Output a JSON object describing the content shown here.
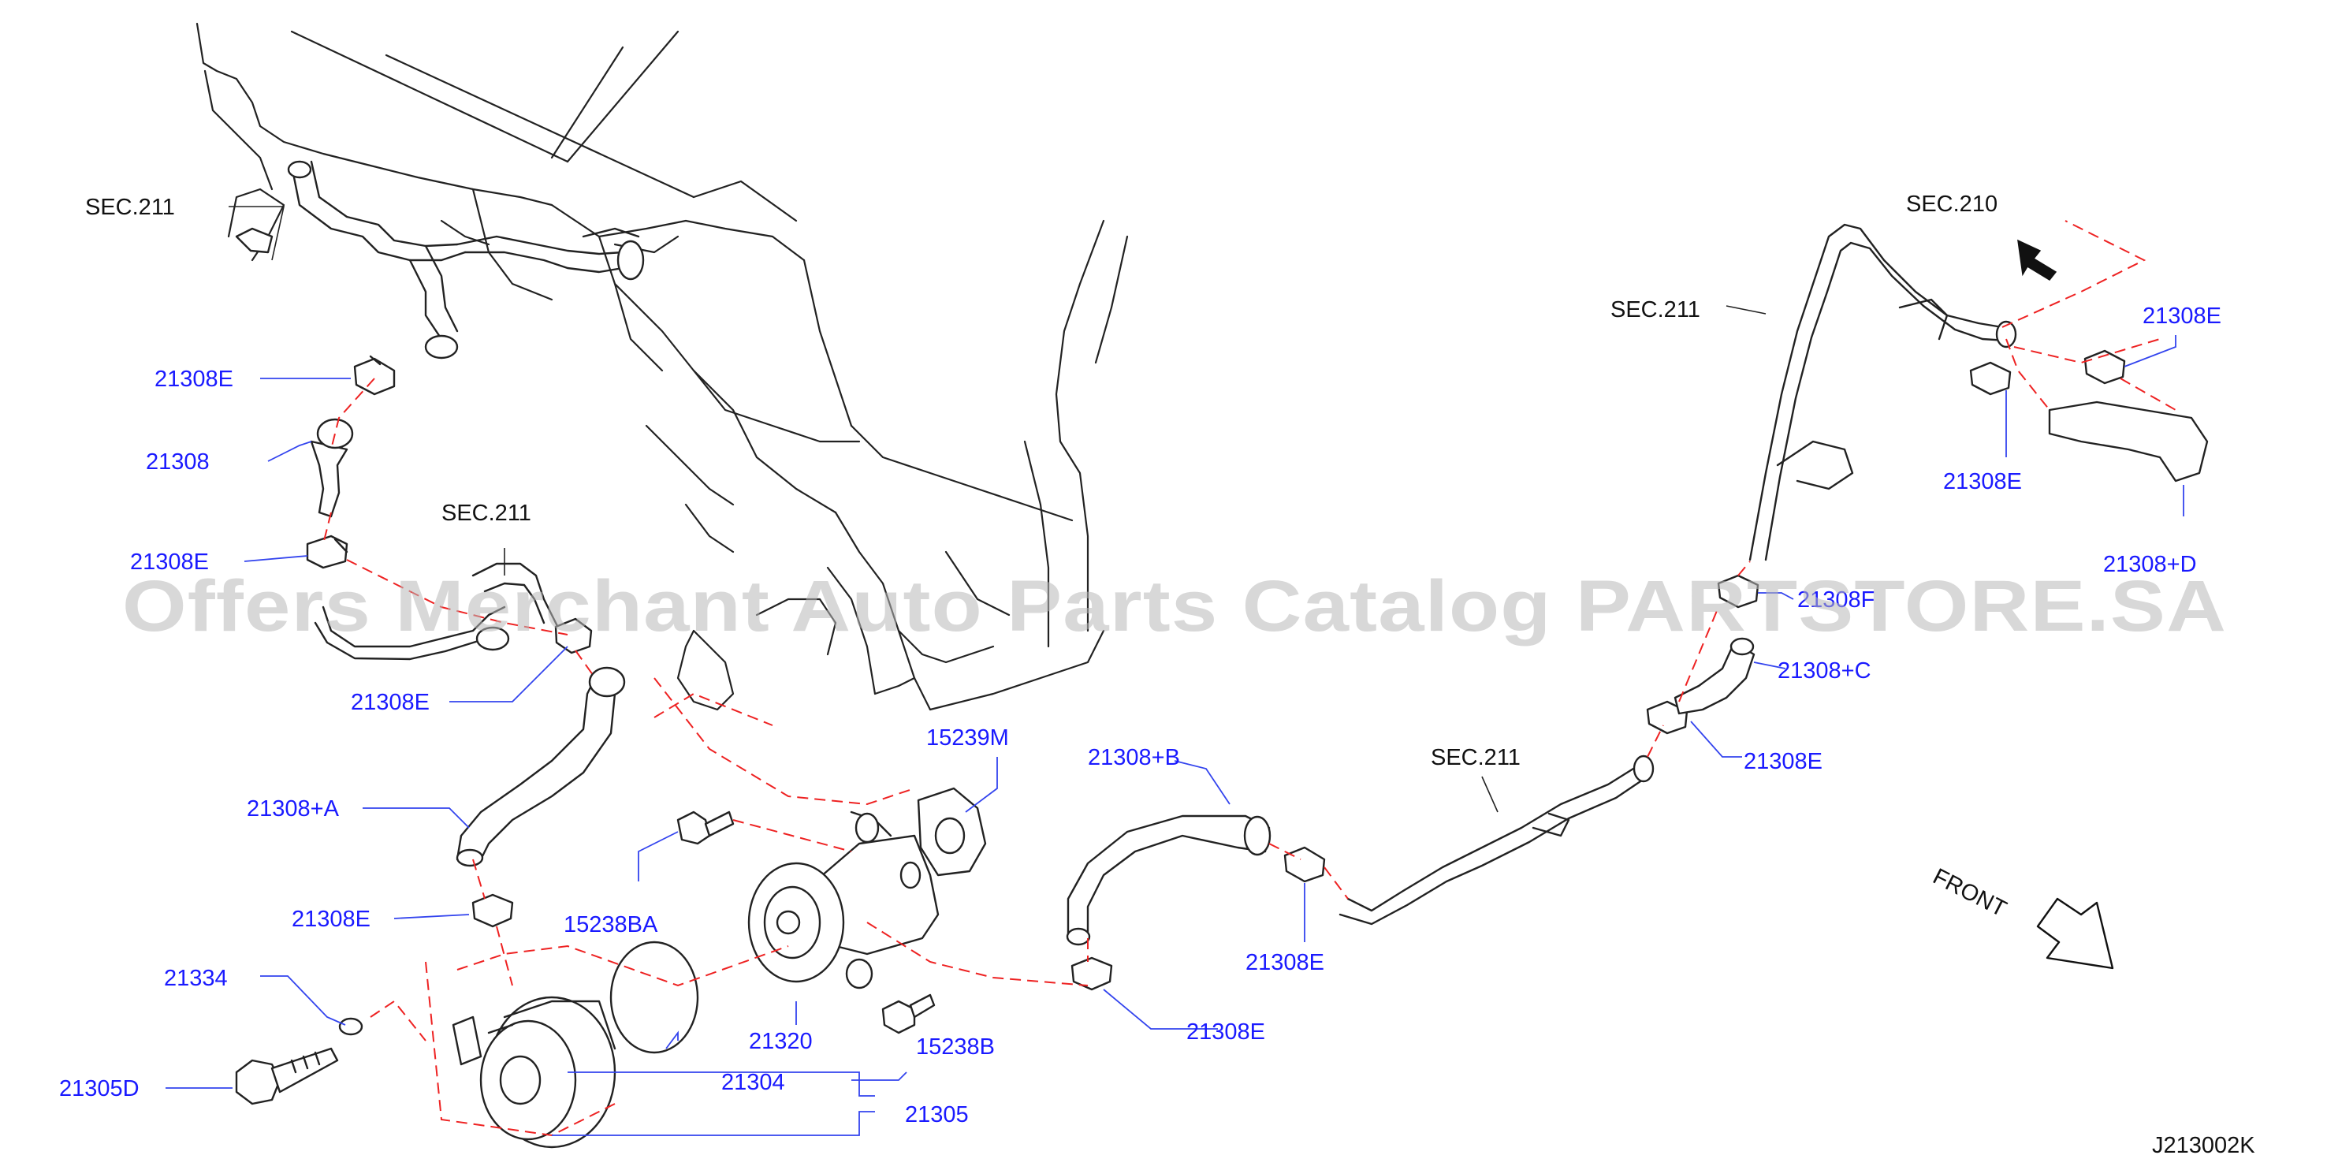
{
  "diagram": {
    "reference_code": "J213002K",
    "front_label": "FRONT",
    "watermark": "Offers Merchant Auto Parts Catalog PARTSTORE.SA",
    "labels": {
      "sec211_topleft": "SEC.211",
      "p21308e_1": "21308E",
      "p21308": "21308",
      "sec211_mid": "SEC.211",
      "p21308e_2": "21308E",
      "p21308e_3": "21308E",
      "p21308a": "21308+A",
      "p21308e_4": "21308E",
      "p21334": "21334",
      "p21305d": "21305D",
      "p15238ba": "15238BA",
      "p15239m": "15239M",
      "p21320": "21320",
      "p21304": "21304",
      "p21305": "21305",
      "p15238b": "15238B",
      "p21308b": "21308+B",
      "p21308e_5": "21308E",
      "p21308e_6": "21308E",
      "sec211_lower": "SEC.211",
      "p21308e_7": "21308E",
      "p21308c": "21308+C",
      "p21308f": "21308F",
      "sec211_right": "SEC.211",
      "sec210": "SEC.210",
      "p21308e_8": "21308E",
      "p21308e_9": "21308E",
      "p21308d": "21308+D"
    }
  }
}
